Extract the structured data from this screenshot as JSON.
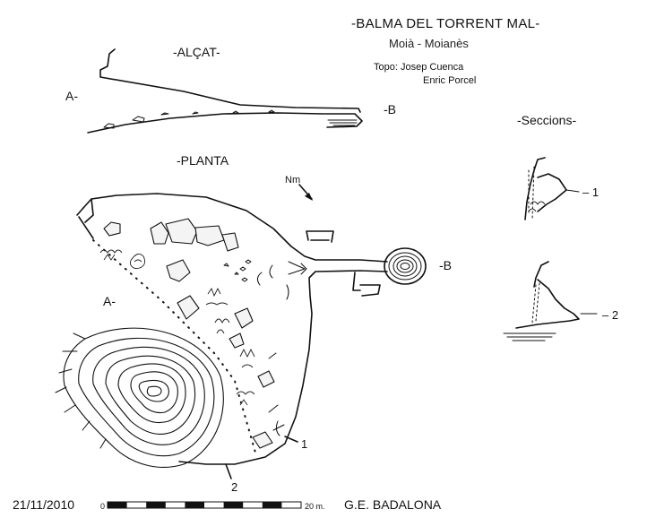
{
  "header": {
    "title": "-BALMA DEL TORRENT MAL-",
    "location": "Moià  - Moianès",
    "topo_line1": "Topo: Josep Cuenca",
    "topo_line2": "Enric Porcel"
  },
  "views": {
    "elevation_title": "-ALÇAT-",
    "plan_title": "-PLANTA",
    "sections_title": "-Seccions-"
  },
  "markers": {
    "a_elevation": "A-",
    "b_elevation": "-B",
    "a_plan": "A-",
    "b_plan": "-B",
    "north": "Nm",
    "section_1": "1",
    "section_2": "2",
    "section_marker_1": "1",
    "section_marker_2": "2",
    "section_1_dash": "– 1",
    "section_2_dash": "– 2"
  },
  "scale_bar": {
    "start_label": "0",
    "end_label": "20 m.",
    "segments": 10
  },
  "footer": {
    "date": "21/11/2010",
    "group": "G.E. BADALONA"
  }
}
